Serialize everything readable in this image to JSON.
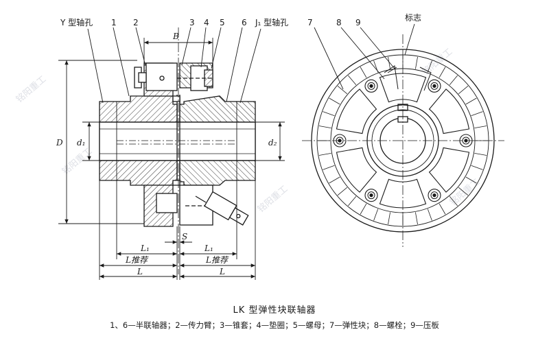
{
  "labels": {
    "y_hole": "Y 型轴孔",
    "j1_hole": "J₁ 型轴孔",
    "mark": "标志",
    "n1": "1",
    "n2": "2",
    "n3": "3",
    "n4": "4",
    "n5": "5",
    "n6": "6",
    "n7": "7",
    "n8": "8",
    "n9": "9",
    "dim_B": "B",
    "dim_D": "D",
    "dim_d1": "d₁",
    "dim_d2": "d₂",
    "dim_S": "S",
    "dim_L1": "L₁",
    "dim_L1b": "L₁",
    "dim_Lrec": "L推荐",
    "dim_Lrecb": "L推荐",
    "dim_L": "L",
    "dim_Lb": "L"
  },
  "title": "LK 型弹性块联轴器",
  "caption": "1、6—半联轴器；2—传力臂；3—锥套；4—垫圈；5—螺母；7—弹性块；8—螺栓；9—压板",
  "watermark": "铭阳重工"
}
